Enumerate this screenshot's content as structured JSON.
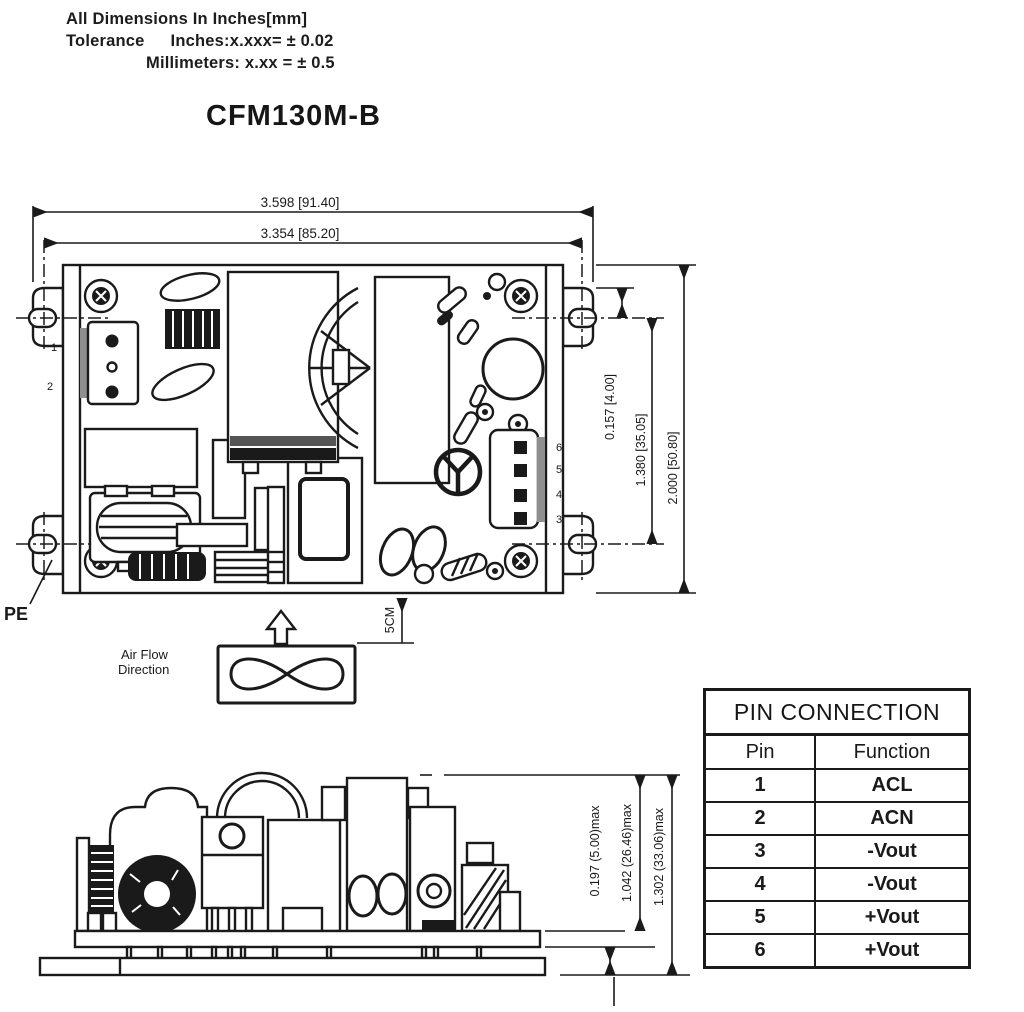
{
  "header": {
    "line1": "All Dimensions In Inches[mm]",
    "tolerance_label": "Tolerance",
    "tolerance_inches": "Inches:x.xxx= ± 0.02",
    "tolerance_mm": "Millimeters: x.xx = ± 0.5"
  },
  "title": "CFM130M-B",
  "top_view": {
    "dim_overall_width": "3.598 [91.40]",
    "dim_inner_width": "3.354 [85.20]",
    "dim_hole_offset": "0.157 [4.00]",
    "dim_hole_spacing": "1.380 [35.05]",
    "dim_overall_height": "2.000 [50.80]",
    "pe_label": "PE",
    "input_pin_top": "1",
    "input_pin_bottom": "2",
    "output_pin_labels": [
      "6",
      "5",
      "4",
      "3"
    ]
  },
  "airflow": {
    "label_line1": "Air Flow",
    "label_line2": "Direction",
    "clearance": "5CM"
  },
  "side_view": {
    "dim_pin_length": "0.197 (5.00)max",
    "dim_component_height": "1.042 (26.46)max",
    "dim_total_height": "1.302 (33.06)max"
  },
  "pin_table": {
    "title": "PIN CONNECTION",
    "headers": {
      "pin": "Pin",
      "function": "Function"
    },
    "rows": [
      {
        "pin": "1",
        "function": "ACL"
      },
      {
        "pin": "2",
        "function": "ACN"
      },
      {
        "pin": "3",
        "function": "-Vout"
      },
      {
        "pin": "4",
        "function": "-Vout"
      },
      {
        "pin": "5",
        "function": "+Vout"
      },
      {
        "pin": "6",
        "function": "+Vout"
      }
    ]
  },
  "colors": {
    "ink": "#1a1a1a",
    "paper": "#ffffff",
    "gray_fill": "#8f8f8f"
  }
}
